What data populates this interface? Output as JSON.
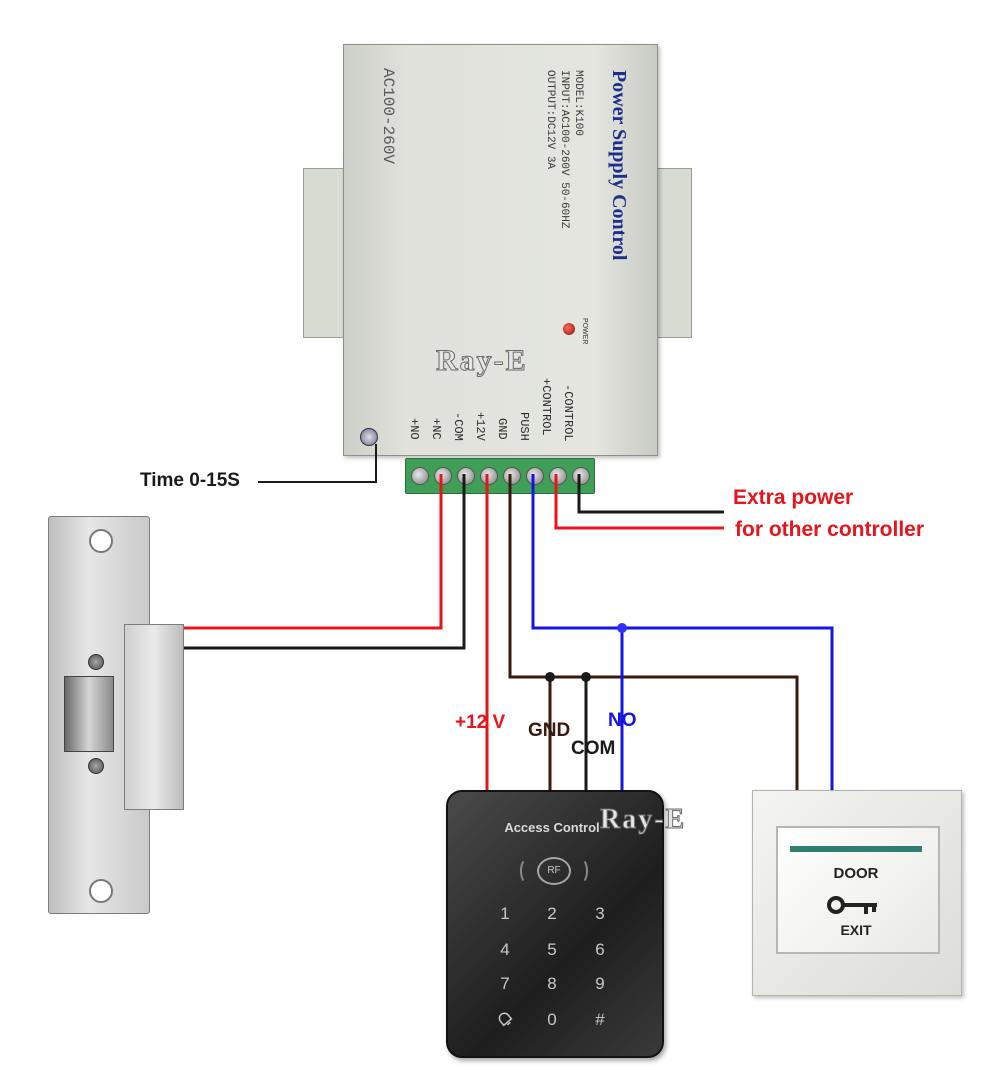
{
  "power_supply": {
    "title": "Power Supply Control",
    "model": "MODEL:K100",
    "input": "INPUT:AC100-260V 50-60HZ",
    "output": "OUTPUT:DC12V 3A",
    "voltage_range": "AC100-260V",
    "power_label": "POWER",
    "terminals": [
      "+NO",
      "+NC",
      "-COM",
      "+12V",
      "GND",
      "PUSH",
      "+CONTROL",
      "-CONTROL"
    ]
  },
  "watermark": "Ray-E",
  "annotations": {
    "time": "Time 0-15S",
    "extra_power_line1": "Extra power",
    "extra_power_line2": "for other controller",
    "plus12v": "+12 V",
    "gnd": "GND",
    "com": "COM",
    "no": "NO"
  },
  "keypad": {
    "title": "Access Control",
    "rf": "RF",
    "keys": [
      "1",
      "2",
      "3",
      "4",
      "5",
      "6",
      "7",
      "8",
      "9",
      "0",
      "#"
    ]
  },
  "exit_button": {
    "door": "DOOR",
    "exit": "EXIT"
  },
  "colors": {
    "red_wire": "#e8141c",
    "black_wire": "#1a1a1a",
    "blue_wire": "#1414e6",
    "brown_wire": "#3a1a10",
    "annotation_red": "#e8141c",
    "annotation_blue": "#1414e6",
    "annotation_brown": "#3a1a10"
  }
}
